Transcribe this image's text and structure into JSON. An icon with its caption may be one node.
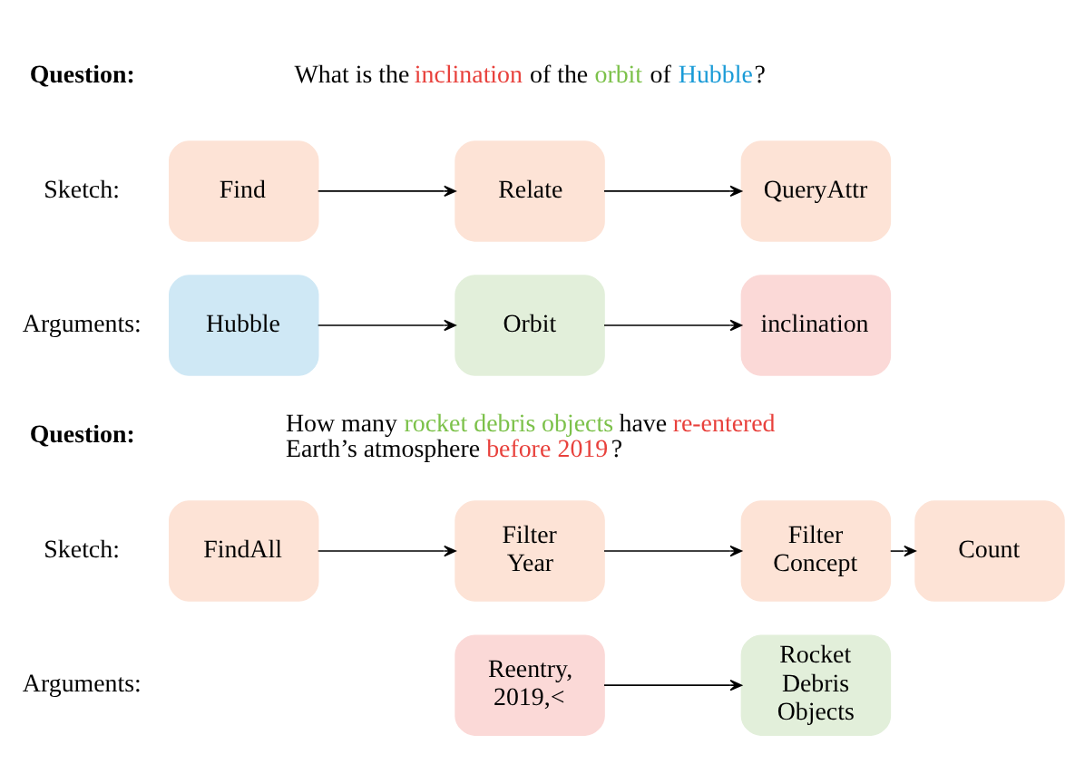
{
  "diagram": {
    "nodes": [
      {
        "text": [
          "Find"
        ]
      },
      {
        "text": [
          "Relate"
        ]
      },
      {
        "text": [
          "QueryAttr"
        ]
      },
      {
        "text": [
          "Hubble"
        ]
      },
      {
        "text": [
          "Orbit"
        ]
      },
      {
        "text": [
          "inclination"
        ]
      },
      {
        "text": [
          "FindAll"
        ]
      },
      {
        "text": [
          "Filter Year"
        ]
      },
      {
        "text": [
          "Filter Concept"
        ]
      },
      {
        "text": [
          "Count"
        ]
      },
      {
        "text": [
          "Reentry, 2019,<"
        ]
      },
      {
        "text": [
          "Rocket Debris Objects"
        ]
      }
    ],
    "edges": [
      {
        "from": 0,
        "to": 1,
        "arrow": "to"
      },
      {
        "from": 1,
        "to": 2,
        "arrow": "to"
      },
      {
        "from": 3,
        "to": 4,
        "arrow": "to"
      },
      {
        "from": 4,
        "to": 5,
        "arrow": "to"
      },
      {
        "from": 6,
        "to": 7,
        "arrow": "to"
      },
      {
        "from": 7,
        "to": 8,
        "arrow": "to"
      },
      {
        "from": 8,
        "to": 9,
        "arrow": "to"
      },
      {
        "from": 10,
        "to": 11,
        "arrow": "to"
      }
    ],
    "labels": [
      "Question:",
      "What is the inclination of the orbit of Hubble?",
      "Sketch:",
      "Arguments:",
      "Question:",
      "How many rocket debris objects have re-entered Earth’s atmosphere before 2019?",
      "Sketch:",
      "Arguments:"
    ]
  }
}
